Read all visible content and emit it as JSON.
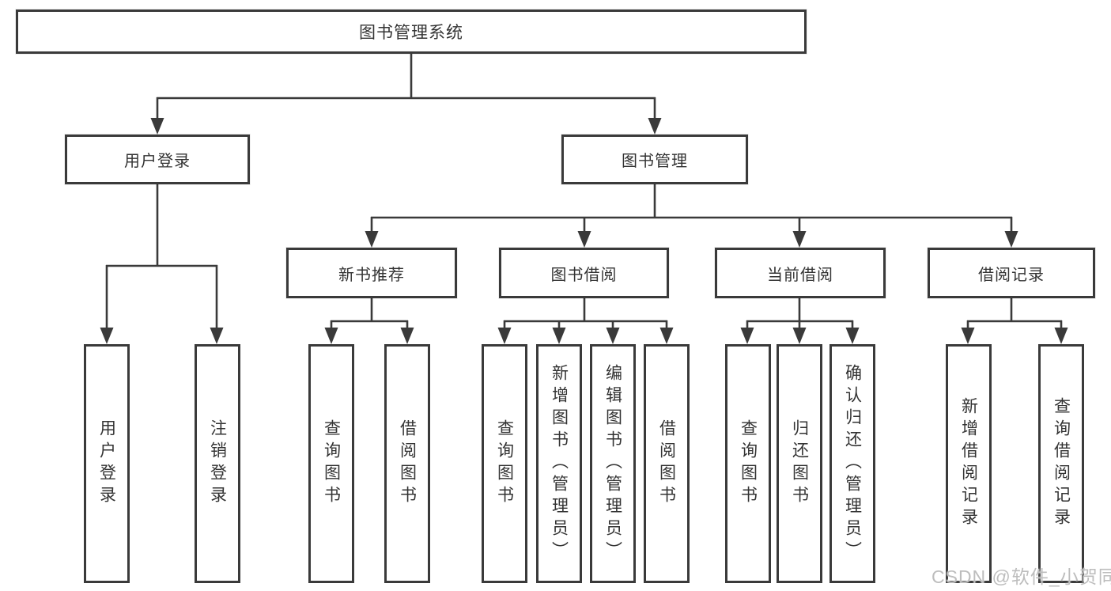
{
  "colors": {
    "line": "#3a3a3a",
    "text": "#333333",
    "watermark": "#bdbdbd",
    "bg": "#ffffff"
  },
  "tree": {
    "root": {
      "label": "图书管理系统"
    },
    "level2": [
      {
        "label": "用户登录",
        "children": [
          {
            "label": "用户登录"
          },
          {
            "label": "注销登录"
          }
        ]
      },
      {
        "label": "图书管理",
        "children": [
          {
            "label": "新书推荐",
            "children": [
              {
                "label": "查询图书"
              },
              {
                "label": "借阅图书"
              }
            ]
          },
          {
            "label": "图书借阅",
            "children": [
              {
                "label": "查询图书"
              },
              {
                "label": "新增图书（管理员）"
              },
              {
                "label": "编辑图书（管理员）"
              },
              {
                "label": "借阅图书"
              }
            ]
          },
          {
            "label": "当前借阅",
            "children": [
              {
                "label": "查询图书"
              },
              {
                "label": "归还图书"
              },
              {
                "label": "确认归还（管理员）"
              }
            ]
          },
          {
            "label": "借阅记录",
            "children": [
              {
                "label": "新增借阅记录"
              },
              {
                "label": "查询借阅记录"
              }
            ]
          }
        ]
      }
    ]
  },
  "watermark": {
    "text": "CSDN @软件_小贺同学"
  }
}
